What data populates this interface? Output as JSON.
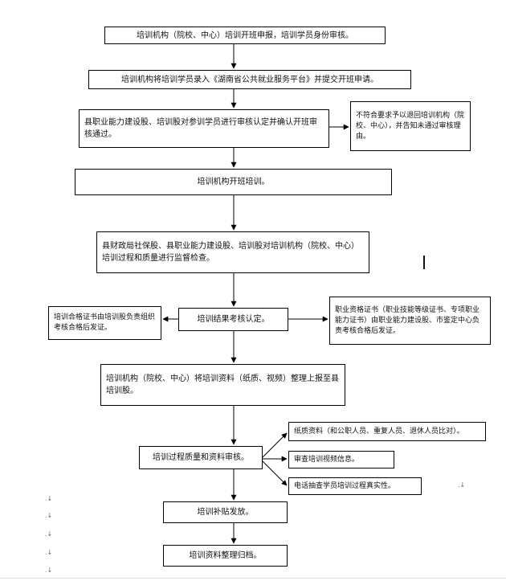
{
  "flow": {
    "step1": "培训机构（院校、中心）培训开班申报，培训学员身份审核。",
    "step2": "培训机构将培训学员录入《湖南省公共就业服务平台》并提交开班申请。",
    "step3": "县职业能力建设股、培训股对参训学员进行审核认定并确认开班审核通过。",
    "step3_reject": "不符合要求予以退回培训机构（院校、中心），并告知未通过审核理由。",
    "step4": "培训机构开班培训。",
    "step5": "县财政局社保股、县职业能力建设股、培训股对培训机构（院校、中心）培训过程和质量进行监督检查。",
    "step6": "培训结果考核认定。",
    "step6_left": "培训合格证书由培训股负责组织考核合格后发证。",
    "step6_right": "职业资格证书（职业技能等级证书、专项职业能力证书）由职业能力建设股、市鉴定中心负责考核合格后发证。",
    "step7": "培训机构（院校、中心）将培训资料（纸质、视频）整理上报至县培训股。",
    "step8": "培训过程质量和资料审核。",
    "step8_branch1": "纸质资料（和公职人员、重复人员、退休人员比对）。",
    "step8_branch2": "审查培训视频信息。",
    "step8_branch3": "电话抽查学员培训过程真实性。",
    "step9": "培训补贴发放。",
    "step10": "培训资料整理归档。"
  },
  "colors": {
    "border": "#000000",
    "arrow": "#000000",
    "text": "#111111"
  }
}
